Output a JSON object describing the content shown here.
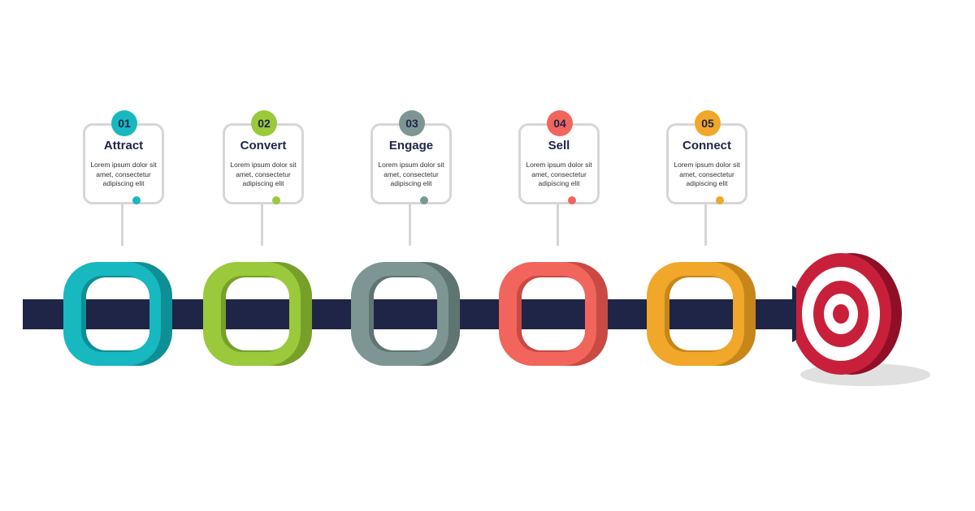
{
  "steps": [
    {
      "number": "01",
      "title": "Attract",
      "description": "Lorem ipsum dolor sit amet, consectetur adipiscing elit",
      "color": "#17b8c0",
      "shade": "#0e8f95"
    },
    {
      "number": "02",
      "title": "Convert",
      "description": "Lorem ipsum dolor sit amet, consectetur adipiscing elit",
      "color": "#9ac93b",
      "shade": "#76a02a"
    },
    {
      "number": "03",
      "title": "Engage",
      "description": "Lorem ipsum dolor sit amet, consectetur adipiscing elit",
      "color": "#7d9693",
      "shade": "#5f7572"
    },
    {
      "number": "04",
      "title": "Sell",
      "description": "Lorem ipsum dolor sit amet, consectetur adipiscing elit",
      "color": "#f2655c",
      "shade": "#c94a43"
    },
    {
      "number": "05",
      "title": "Connect",
      "description": "Lorem ipsum dolor sit amet, consectetur adipiscing elit",
      "color": "#f0a72a",
      "shade": "#c7861a"
    }
  ],
  "colors": {
    "arrow": "#1e2547",
    "target_red": "#c8203a",
    "target_dark": "#8f1026",
    "card_border": "#d6d6d6"
  },
  "icons": {
    "target": "bullseye-target-icon",
    "arrow": "arrow-right-icon"
  }
}
